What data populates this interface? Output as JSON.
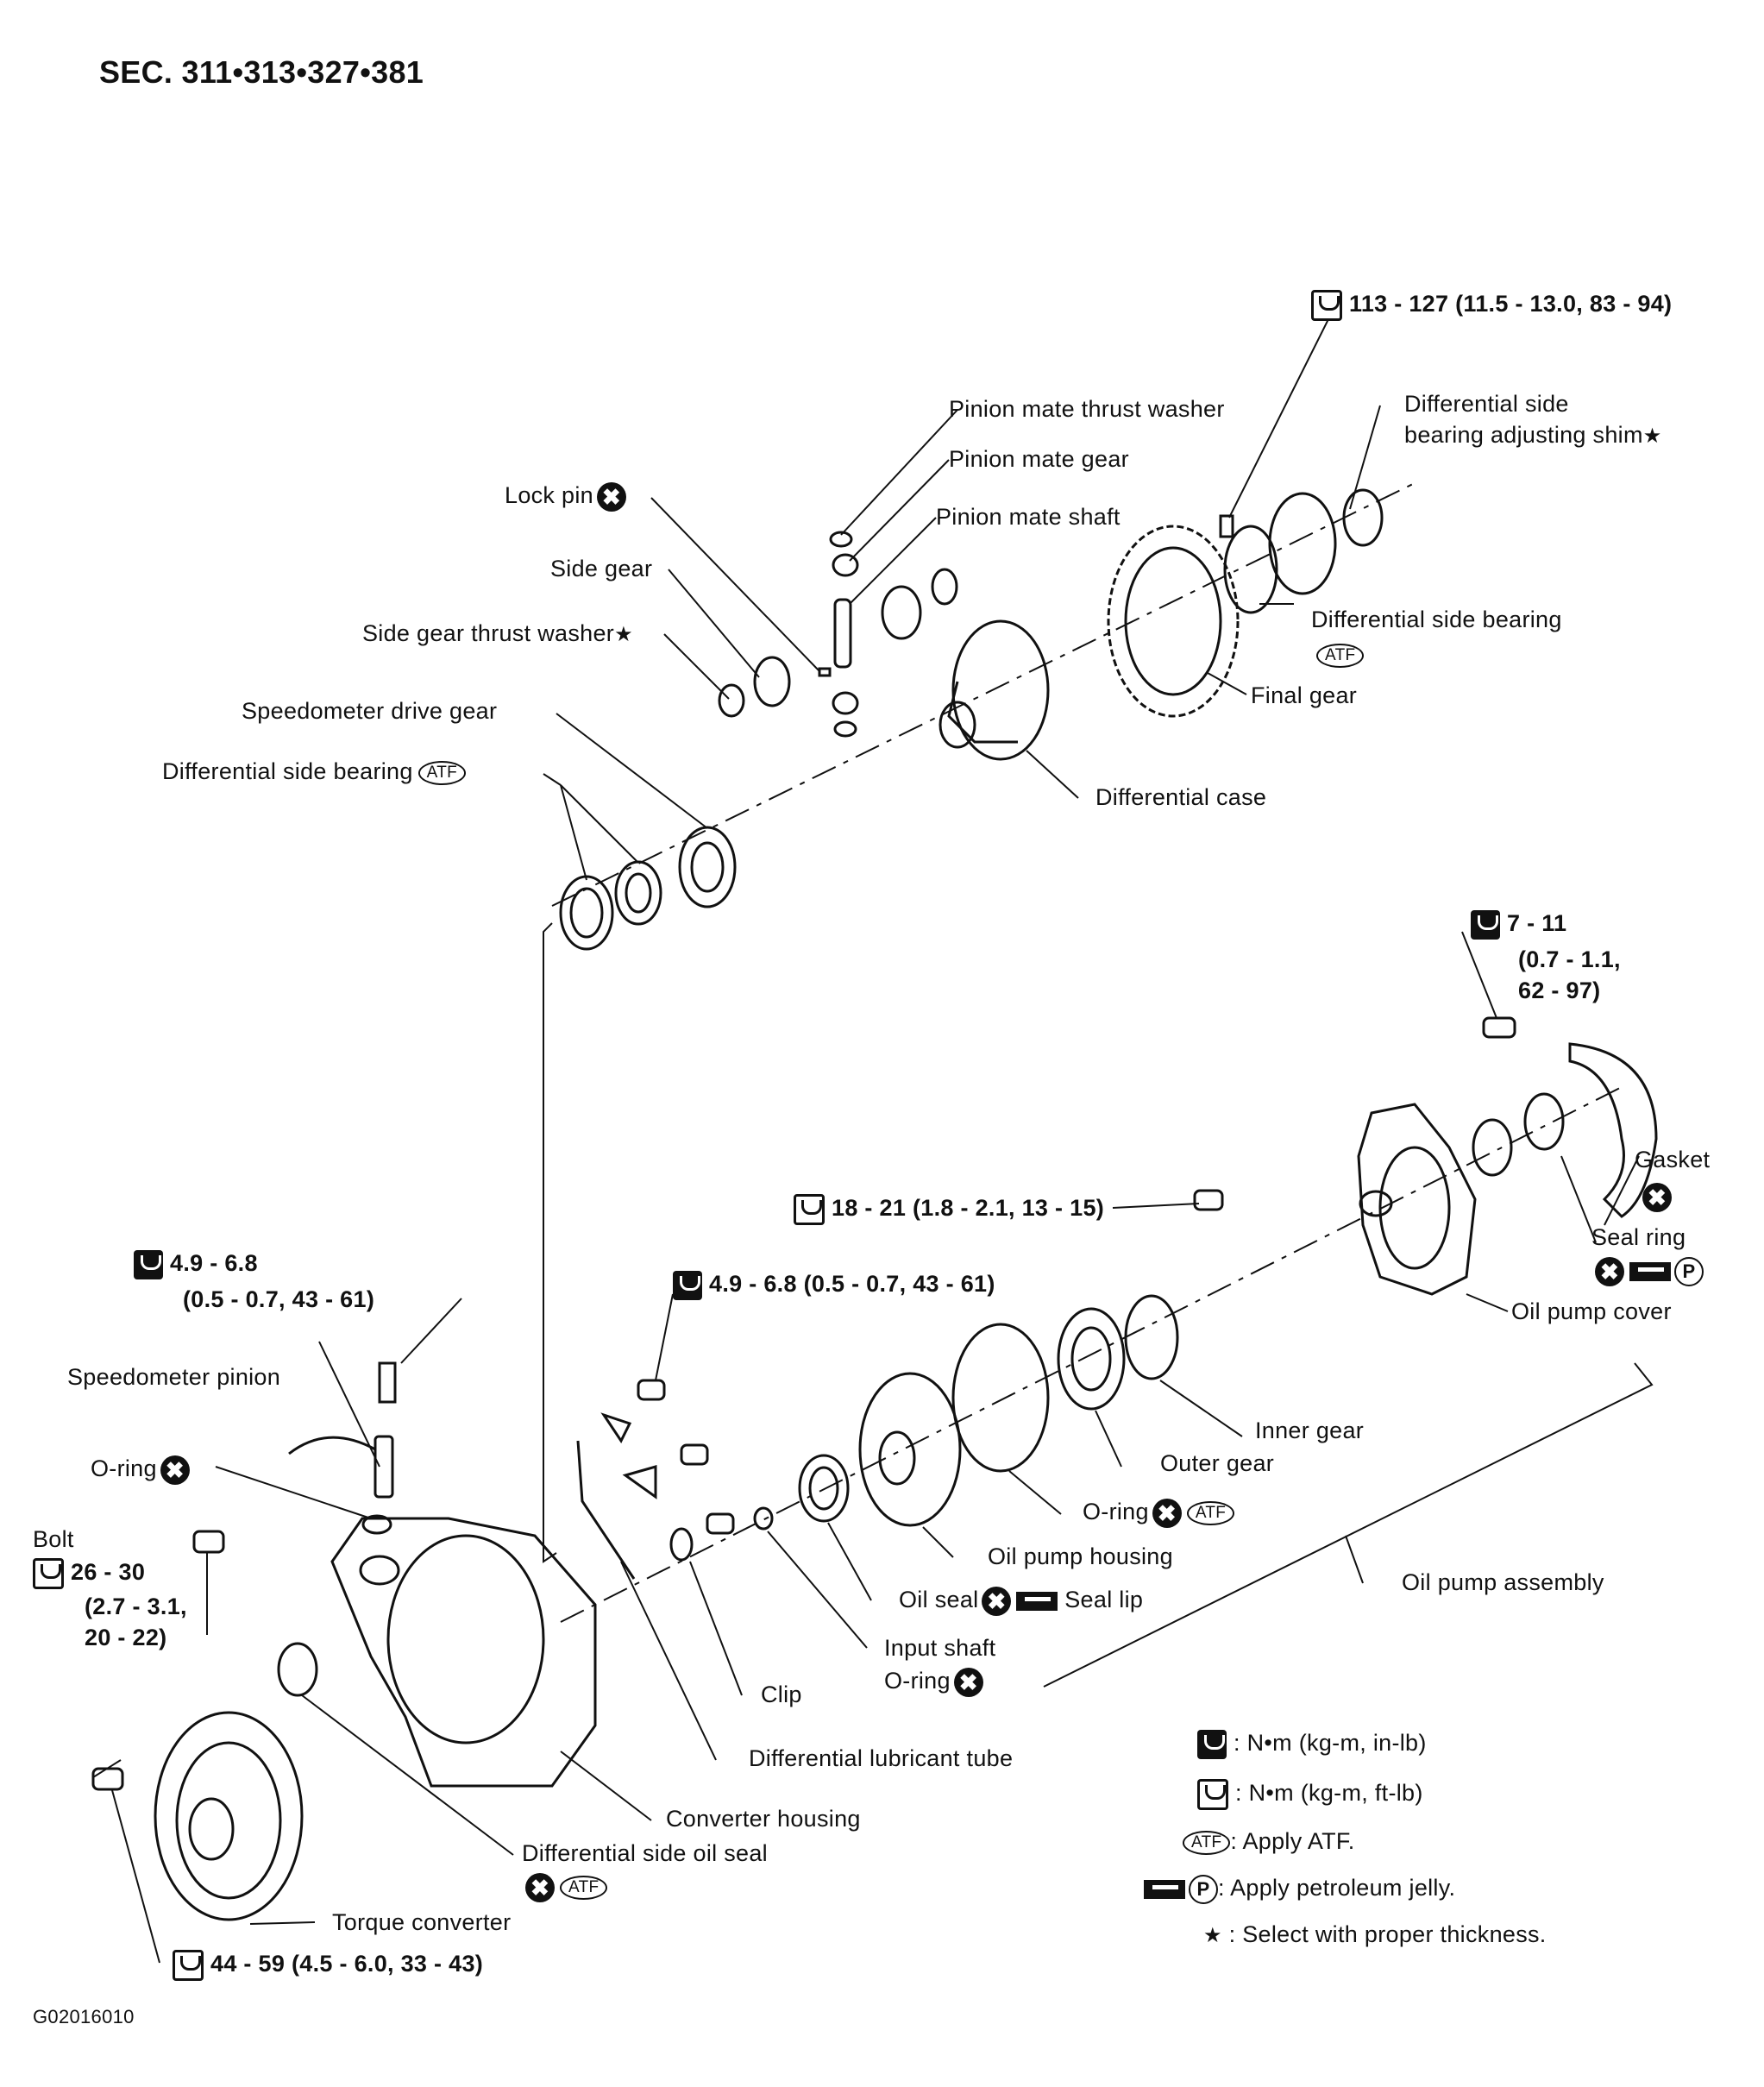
{
  "section_title": "SEC. 311•313•327•381",
  "drawing_code": "G02016010",
  "torque_values": {
    "differential_bolt": "113 - 127 (11.5 - 13.0, 83 - 94)",
    "pump_cover_bolt_a": "7 - 11",
    "pump_cover_bolt_b": "(0.7 - 1.1,",
    "pump_cover_bolt_c": "62 - 97)",
    "pump_housing_bolt": "18 - 21 (1.8 - 2.1, 13 - 15)",
    "speedo_bolt_a": "4.9  -  6.8",
    "speedo_bolt_b": "(0.5  -  0.7,  43  -  61)",
    "housing_bolt": "4.9 - 6.8 (0.5 - 0.7, 43 - 61)",
    "bolt_label": "Bolt",
    "bolt_a": "26 - 30",
    "bolt_b": "(2.7 - 3.1,",
    "bolt_c": "20 - 22)",
    "converter_bolt": "44  -  59  (4.5  -  6.0,  33  -  43)"
  },
  "parts": {
    "pinion_mate_thrust_washer": "Pinion mate thrust washer",
    "pinion_mate_gear": "Pinion mate gear",
    "pinion_mate_shaft": "Pinion mate shaft",
    "lock_pin": "Lock pin",
    "side_gear": "Side gear",
    "side_gear_thrust_washer": "Side gear thrust washer",
    "diff_side_shim_a": "Differential side",
    "diff_side_shim_b": "bearing adjusting shim",
    "diff_side_bearing_right": "Differential side bearing",
    "final_gear": "Final gear",
    "differential_case": "Differential case",
    "speedometer_drive_gear": "Speedometer drive gear",
    "diff_side_bearing_left": "Differential  side  bearing",
    "gasket": "Gasket",
    "seal_ring": "Seal  ring",
    "oil_pump_cover": "Oil  pump  cover",
    "speedometer_pinion": "Speedometer  pinion",
    "o_ring_left": "O-ring",
    "inner_gear": "Inner  gear",
    "outer_gear": "Outer  gear",
    "o_ring_pump": "O-ring",
    "oil_pump_housing": "Oil  pump  housing",
    "oil_pump_assembly": "Oil  pump  assembly",
    "oil_seal": "Oil  seal",
    "seal_lip": "Seal  lip",
    "input_shaft": "Input  shaft",
    "input_o_ring": "O-ring",
    "clip": "Clip",
    "diff_lubricant_tube": "Differential  lubricant  tube",
    "converter_housing": "Converter  housing",
    "diff_side_oil_seal": "Differential  side  oil  seal",
    "torque_converter": "Torque  converter"
  },
  "marks": {
    "atf": "ATF",
    "x": "✖",
    "p": "P",
    "star": "★"
  },
  "legend": {
    "inlb": ":  N•m  (kg-m,  in-lb)",
    "ftlb": ":  N•m  (kg-m,  ft-lb)",
    "atf": ":  Apply  ATF.",
    "jelly": ":  Apply  petroleum  jelly.",
    "star": ":  Select  with  proper  thickness."
  }
}
